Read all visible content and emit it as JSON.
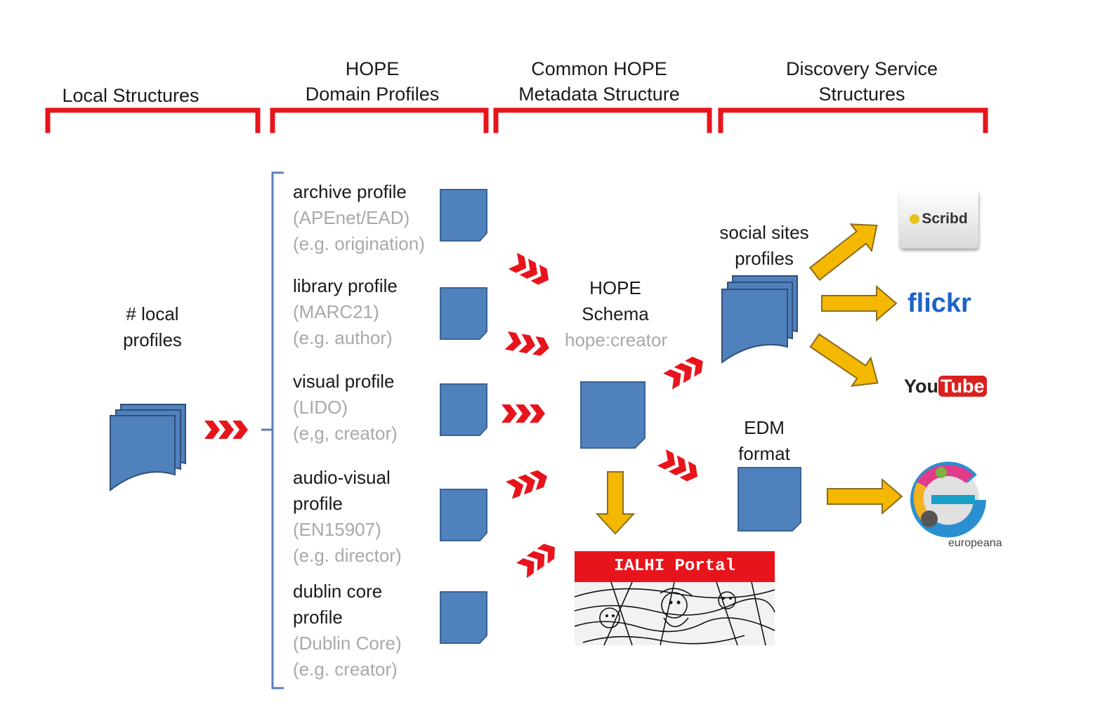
{
  "headers": {
    "local": "Local Structures",
    "domain_line1": "HOPE",
    "domain_line2": "Domain Profiles",
    "common_line1": "Common HOPE",
    "common_line2": "Metadata Structure",
    "discovery_line1": "Discovery Service",
    "discovery_line2": "Structures"
  },
  "local": {
    "line1": "# local",
    "line2": "profiles"
  },
  "profiles": [
    {
      "title": "archive profile",
      "title2": "",
      "standard": "(APEnet/EAD)",
      "example": "(e.g. origination)"
    },
    {
      "title": "library profile",
      "title2": "",
      "standard": "(MARC21)",
      "example": "(e.g. author)"
    },
    {
      "title": "visual profile",
      "title2": "",
      "standard": "(LIDO)",
      "example": "(e,g, creator)"
    },
    {
      "title": "audio-visual",
      "title2": "profile",
      "standard": "(EN15907)",
      "example": "(e.g. director)"
    },
    {
      "title": "dublin core",
      "title2": "profile",
      "standard": "(Dublin Core)",
      "example": "(e.g. creator)"
    }
  ],
  "schema": {
    "line1": "HOPE",
    "line2": "Schema",
    "field": "hope:creator"
  },
  "social": {
    "line1": "social sites",
    "line2": "profiles"
  },
  "edm": {
    "line1": "EDM",
    "line2": "format"
  },
  "portal": {
    "label": "IALHI Portal"
  },
  "logos": {
    "scribd": "Scribd",
    "flickr": "flickr",
    "youtube_you": "You",
    "youtube_tube": "Tube",
    "europeana": "europeana"
  },
  "colors": {
    "bracket_red": "#e8141b",
    "chevron_red": "#e8141b",
    "doc_blue": "#4f81bd",
    "doc_border": "#3a6394",
    "arrow_yellow": "#f5b800",
    "arrow_border": "#8a6d20",
    "brace_blue": "#5a7fb8",
    "muted_text": "#a9a9a9"
  }
}
